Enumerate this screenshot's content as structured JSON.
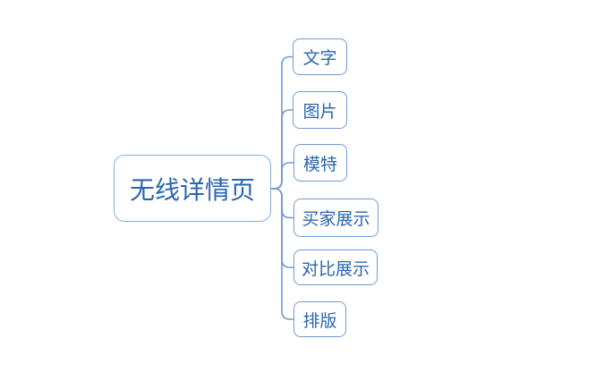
{
  "diagram": {
    "type": "mindmap",
    "root": {
      "label": "无线详情页"
    },
    "children": [
      {
        "label": "文字"
      },
      {
        "label": "图片"
      },
      {
        "label": "模特"
      },
      {
        "label": "买家展示"
      },
      {
        "label": "对比展示"
      },
      {
        "label": "排版"
      }
    ]
  },
  "colors": {
    "background": "#ffffff",
    "root_border": "#87acdc",
    "child_border": "#6f9bd3",
    "connector": "#6f9ad2",
    "text": "#2a66b0"
  }
}
